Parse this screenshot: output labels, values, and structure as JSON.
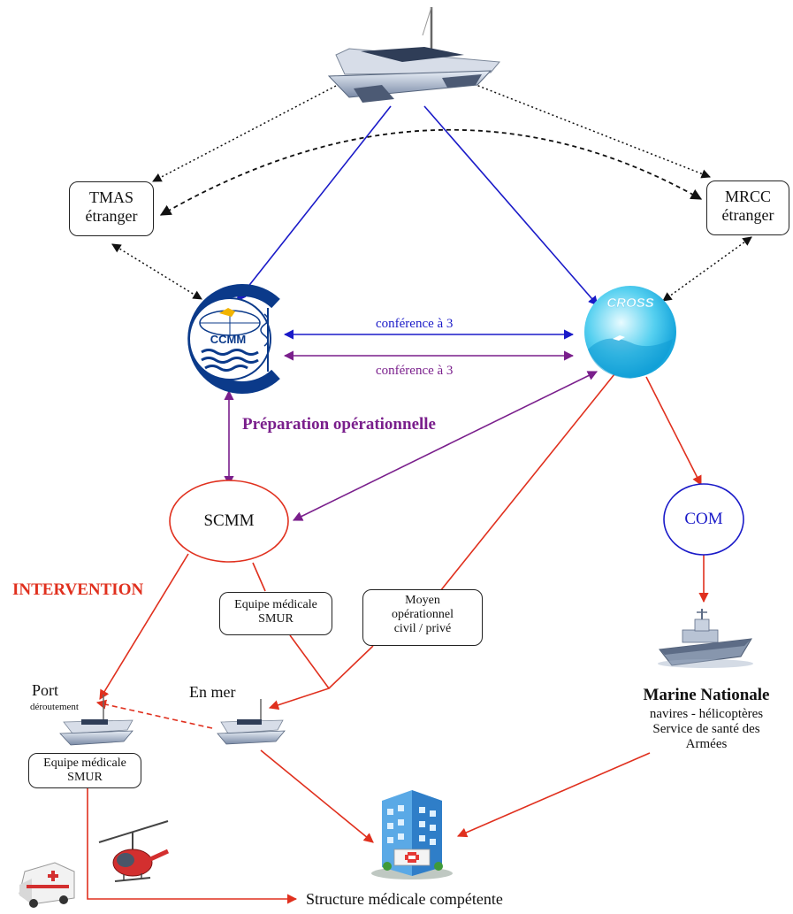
{
  "nodes": {
    "tmas": {
      "line1": "TMAS",
      "line2": "étranger"
    },
    "mrcc": {
      "line1": "MRCC",
      "line2": "étranger"
    },
    "ccmm_logo": "CCMM",
    "cross_logo": "CROSS",
    "scmm": "SCMM",
    "com": "COM",
    "equipe_smur_1": {
      "line1": "Equipe médicale",
      "line2": "SMUR"
    },
    "moyen_operationnel": {
      "line1": "Moyen",
      "line2": "opérationnel",
      "line3": "civil / privé"
    },
    "equipe_smur_2": {
      "line1": "Equipe médicale",
      "line2": "SMUR"
    },
    "port": {
      "title": "Port",
      "subtitle": "déroutement"
    },
    "en_mer": "En mer",
    "marine": {
      "title": "Marine Nationale",
      "line2": "navires - hélicoptères",
      "line3": "Service de santé des",
      "line4": "Armées"
    },
    "structure": "Structure médicale compétente"
  },
  "labels": {
    "conference_blue": "conférence à 3",
    "conference_purple": "conférence à 3",
    "preparation": "Préparation opérationnelle",
    "intervention": "INTERVENTION"
  },
  "colors": {
    "blue": "#1a1ac8",
    "purple": "#7a1f8c",
    "red": "#e0301e",
    "black": "#111111"
  }
}
